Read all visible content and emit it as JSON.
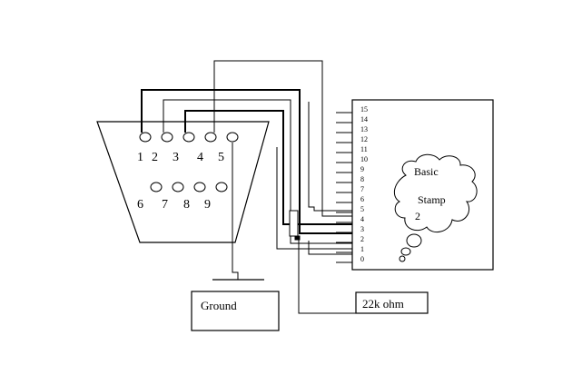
{
  "connector": {
    "pin_labels": [
      "1",
      "2",
      "3",
      "4",
      "5",
      "6",
      "7",
      "8",
      "9"
    ]
  },
  "stamp": {
    "pin_labels": [
      "15",
      "14",
      "13",
      "12",
      "11",
      "10",
      "9",
      "8",
      "7",
      "6",
      "5",
      "4",
      "3",
      "2",
      "1",
      "0"
    ],
    "cloud_line1": "Basic",
    "cloud_line2": "Stamp",
    "cloud_line3": "2"
  },
  "ground_box": {
    "label": "Ground"
  },
  "resistor_box": {
    "label": "22k ohm"
  }
}
